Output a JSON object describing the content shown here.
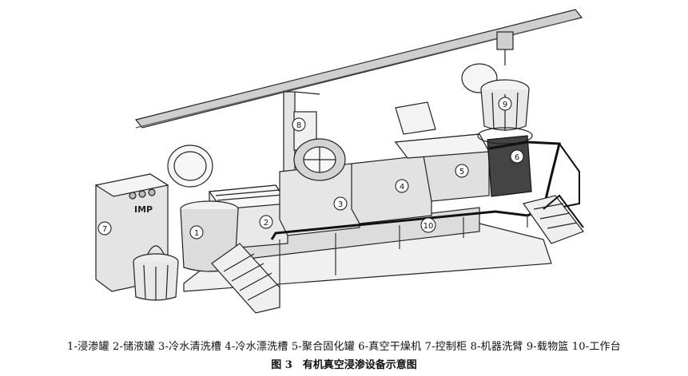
{
  "figure": {
    "legend_text": "1-浸渗罐 2-储液罐 3-冷水清洗槽 4-冷水漂洗槽 5-聚合固化罐 6-真空干燥机 7-控制柜 8-机器洗臂 9-载物篮 10-工作台",
    "title": "图 3　有机真空浸渗设备示意图",
    "brand_text": "IMP",
    "callouts": [
      "1",
      "2",
      "3",
      "4",
      "5",
      "6",
      "7",
      "8",
      "9",
      "10"
    ]
  }
}
